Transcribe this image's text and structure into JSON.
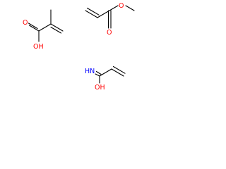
{
  "molecules": [
    {
      "id": "methacrylic-acid",
      "labels": {
        "hydroxyl": "OH",
        "carbonyl_o": "O"
      }
    },
    {
      "id": "methyl-acrylate",
      "labels": {
        "ester_o": "O",
        "carbonyl_o": "O"
      }
    },
    {
      "id": "acrylamide",
      "labels": {
        "imine": "HN",
        "hydroxyl": "OH"
      }
    }
  ],
  "colors": {
    "oxygen": "#ff0000",
    "nitrogen": "#0000ff",
    "carbon": "#000000"
  }
}
